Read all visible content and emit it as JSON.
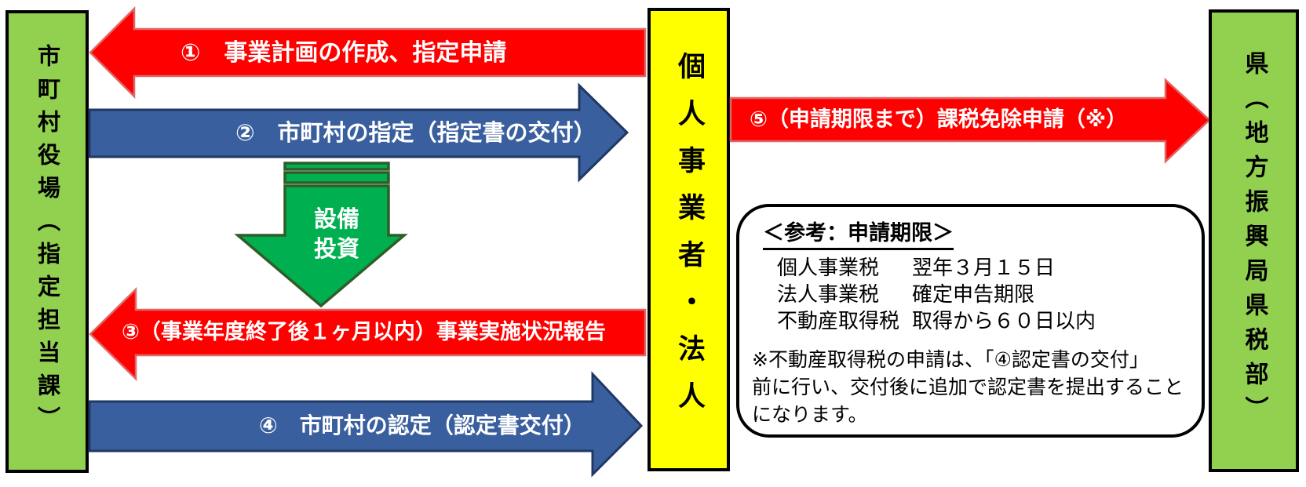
{
  "diagram": {
    "boxes": {
      "municipal": "市町村役場（指定担当課）",
      "business": "個人事業者・法人",
      "prefecture": "県（地方振興局県税部）"
    },
    "steps": {
      "step1": "①　事業計画の作成、指定申請",
      "step2": "②　市町村の指定（指定書の交付）",
      "step3": "③（事業年度終了後１ヶ月以内）事業実施状況報告",
      "step4": "④　市町村の認定（認定書交付）",
      "step5": "⑤（申請期限まで）課税免除申請（※）"
    },
    "investment": {
      "line1": "設備",
      "line2": "投資"
    },
    "note": {
      "title": "＜参考：申請期限＞",
      "rows": [
        {
          "label": "個人事業税",
          "value": "翌年３月１５日"
        },
        {
          "label": "法人事業税",
          "value": "確定申告期限"
        },
        {
          "label": "不動産取得税",
          "value": "取得から６０日以内"
        }
      ],
      "remark_lines": [
        "※不動産取得税の申請は、「④認定書の交付」",
        "前に行い、交付後に追加で認定書を提出すること",
        "になります。"
      ]
    },
    "colors": {
      "red": "#FF0000",
      "red_border": "#E06666",
      "blue": "#3A5F9E",
      "blue_border": "#1F3864",
      "green_box": "#92D050",
      "green_arrow": "#00B050",
      "green_arrow_border": "#2F5D28",
      "yellow": "#FFFF00"
    }
  }
}
